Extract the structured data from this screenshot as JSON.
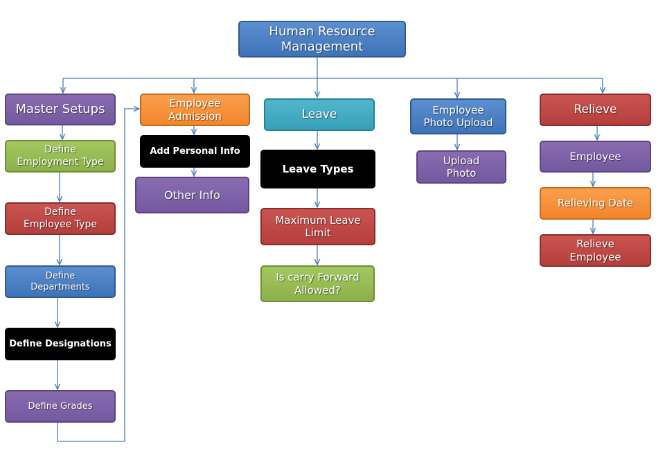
{
  "root": {
    "label": "Human Resource\nManagement"
  },
  "master": {
    "header": "Master Setups",
    "employment_type": "Define\nEmployment Type",
    "employee_type": "Define\nEmployee Type",
    "departments": "Define\nDepartments",
    "designations": "Define Designations",
    "grades": "Define Grades"
  },
  "admission": {
    "header": "Employee\nAdmission",
    "personal_info": "Add Personal Info",
    "other_info": "Other Info"
  },
  "leave": {
    "header": "Leave",
    "types": "Leave Types",
    "max_limit": "Maximum Leave\nLimit",
    "carry_forward": "Is carry Forward\nAllowed?"
  },
  "photo": {
    "header": "Employee\nPhoto Upload",
    "upload": "Upload\nPhoto"
  },
  "relieve": {
    "header": "Relieve",
    "employee": "Employee",
    "date": "Relieving Date",
    "relieve_employee": "Relieve\nEmployee"
  },
  "colors": {
    "connector": "#4a7ebb",
    "blue": "#4f81bd",
    "purple": "#8064a2",
    "green": "#9bbb59",
    "red": "#c0504d",
    "orange": "#f79646",
    "teal": "#4bacc6",
    "black": "#000000"
  }
}
